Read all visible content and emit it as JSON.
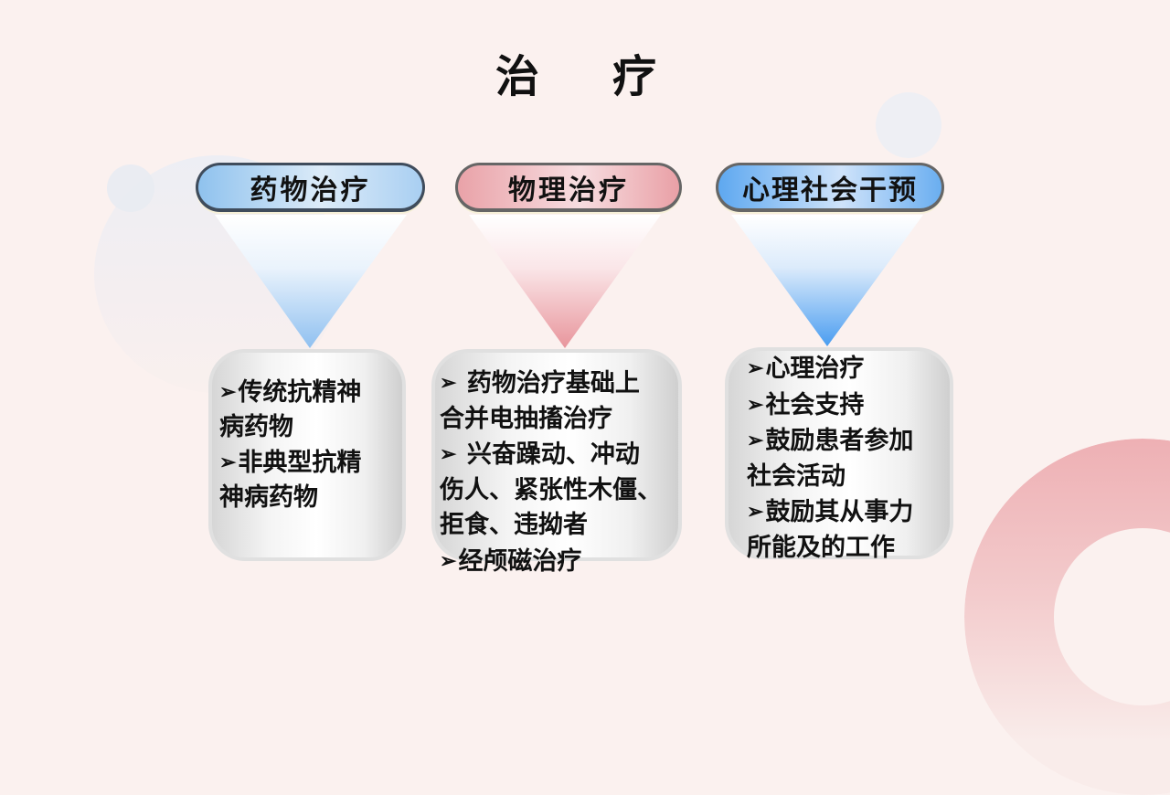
{
  "slide": {
    "title_chars": [
      "治",
      "疗"
    ],
    "colors": {
      "background": "#fbf1ef",
      "blue_light": "#8fc2ee",
      "pink": "#e9a2a8",
      "blue_strong": "#5ea8f0",
      "ring_pink": "#eeb0b4"
    }
  },
  "columns": [
    {
      "header": "药物治疗",
      "color_scheme": "light-blue",
      "items": [
        {
          "bullet": "arrow",
          "text": "传统抗精神病药物"
        },
        {
          "bullet": "arrow",
          "text": "非典型抗精神病药物"
        }
      ],
      "lines": [
        "传统抗精神",
        "病药物",
        "非典型抗精",
        "神病药物"
      ]
    },
    {
      "header": "物理治疗",
      "color_scheme": "pink",
      "items": [
        {
          "bullet": "arrow",
          "text": "药物治疗基础上合并电抽搐治疗"
        },
        {
          "bullet": "arrow",
          "text": "兴奋躁动、冲动伤人、紧张性木僵、拒食、违拗者"
        },
        {
          "bullet": "arrow",
          "text": "经颅磁治疗"
        }
      ],
      "lines": [
        " 药物治疗基础上",
        "合并电抽搐治疗",
        " 兴奋躁动、冲动",
        "伤人、紧张性木僵、",
        "拒食、违拗者",
        "经颅磁治疗"
      ]
    },
    {
      "header": "心理社会干预",
      "color_scheme": "blue",
      "items": [
        {
          "bullet": "arrow",
          "text": "心理治疗"
        },
        {
          "bullet": "arrow",
          "text": "社会支持"
        },
        {
          "bullet": "arrow",
          "text": "鼓励患者参加社会活动"
        },
        {
          "bullet": "arrow",
          "text": "鼓励其从事力所能及的工作"
        }
      ],
      "lines": [
        "心理治疗",
        "社会支持",
        "鼓励患者参加",
        "社会活动",
        "鼓励其从事力",
        "所能及的工作"
      ]
    }
  ],
  "icons": {
    "bullet": "➢"
  }
}
